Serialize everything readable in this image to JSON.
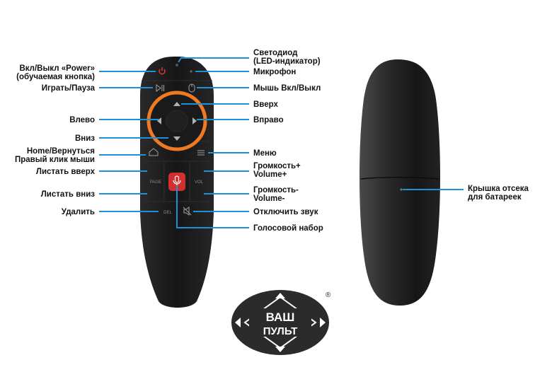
{
  "colors": {
    "leader_line": "#1e90d6",
    "ring": "#f07a22",
    "power_icon": "#e53935",
    "mic_button": "#d32f2f",
    "remote_body": "#1c1c1c",
    "label_text": "#111111",
    "logo_fill": "#2b2b2b"
  },
  "left_labels": {
    "power_1": "Вкл/Выкл «Power»",
    "power_2": "(обучаемая кнопка)",
    "play_pause": "Играть/Пауза",
    "left": "Влево",
    "down": "Вниз",
    "home_1": "Home/Вернуться",
    "home_2": "Правый клик мыши",
    "page_up": "Листать вверх",
    "page_down": "Листать вниз",
    "delete": "Удалить"
  },
  "right_labels": {
    "led_1": "Светодиод",
    "led_2": "(LED-индикатор)",
    "mic": "Микрофон",
    "mouse": "Мышь Вкл/Выкл",
    "up": "Вверх",
    "right": "Вправо",
    "menu": "Меню",
    "vol_up_1": "Громкость+",
    "vol_up_2": "Volume+",
    "vol_down_1": "Громкость-",
    "vol_down_2": "Volume-",
    "mute": "Отключить звук",
    "voice": "Голосовой набор"
  },
  "back_labels": {
    "battery_1": "Крышка отсека",
    "battery_2": "для батареек"
  },
  "buttons": {
    "page": "PAGE",
    "vol": "VOL",
    "del": "DEL"
  },
  "logo": {
    "line_1": "ВАШ",
    "line_2": "ПУЛЬТ",
    "registered": "®"
  },
  "icons": {
    "power": "power-icon",
    "play_pause": "play-pause-icon",
    "mouse": "mouse-icon",
    "home": "home-icon",
    "menu": "menu-icon",
    "mic": "microphone-icon",
    "mute": "mute-icon"
  }
}
